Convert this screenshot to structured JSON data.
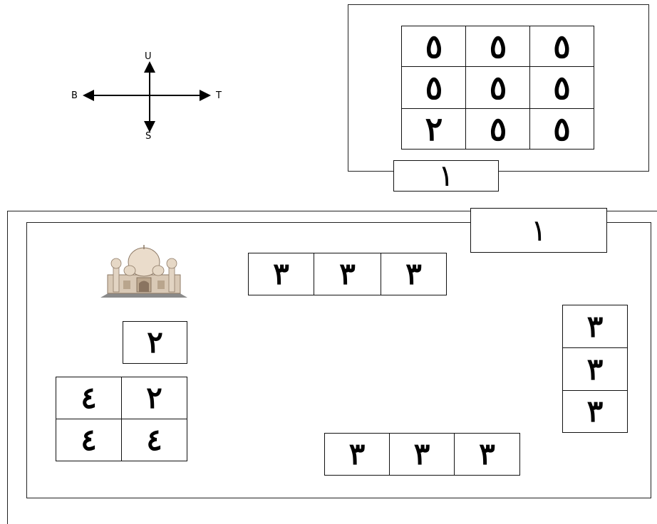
{
  "compass": {
    "north": "U",
    "south": "S",
    "west": "B",
    "east": "T"
  },
  "top_building": {
    "grid": [
      [
        "٥",
        "٥",
        "٥"
      ],
      [
        "٥",
        "٥",
        "٥"
      ],
      [
        "٢",
        "٥",
        "٥"
      ]
    ],
    "entrance": "١"
  },
  "bottom_area": {
    "entrance": "١",
    "mosque_icon": "mosque-icon",
    "row_top": [
      "٣",
      "٣",
      "٣"
    ],
    "single": "٢",
    "block_2x2": [
      [
        "٤",
        "٢"
      ],
      [
        "٤",
        "٤"
      ]
    ],
    "column_right": [
      "٣",
      "٣",
      "٣"
    ],
    "row_bottom": [
      "٣",
      "٣",
      "٣"
    ]
  }
}
